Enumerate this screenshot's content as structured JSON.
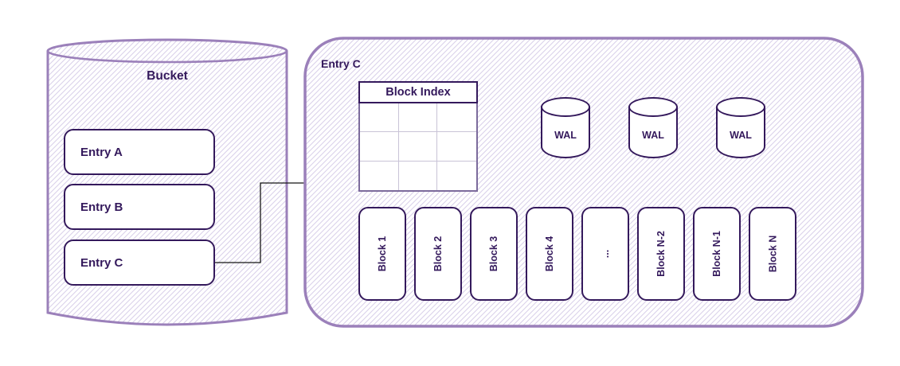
{
  "colors": {
    "dark_purple": "#34195C",
    "shape_outline_purple": "#9B80BA",
    "hatch_purple": "#DAD2EA",
    "table_grid_gray": "#C9C3D7",
    "table_border_purple": "#7C6B9C",
    "connector_black": "#151515",
    "background": "#FFFFFF"
  },
  "bucket": {
    "title": "Bucket",
    "entries": [
      {
        "label": "Entry A"
      },
      {
        "label": "Entry B"
      },
      {
        "label": "Entry C"
      }
    ]
  },
  "detail_panel": {
    "label": "Entry C",
    "block_index": {
      "title": "Block Index",
      "rows": 3,
      "cols": 3
    },
    "wal_stores": [
      {
        "label": "WAL"
      },
      {
        "label": "WAL"
      },
      {
        "label": "WAL"
      }
    ],
    "blocks": [
      {
        "label": "Block 1"
      },
      {
        "label": "Block 2"
      },
      {
        "label": "Block 3"
      },
      {
        "label": "Block 4"
      },
      {
        "label": "..."
      },
      {
        "label": "Block N-2"
      },
      {
        "label": "Block N-1"
      },
      {
        "label": "Block N"
      }
    ]
  }
}
